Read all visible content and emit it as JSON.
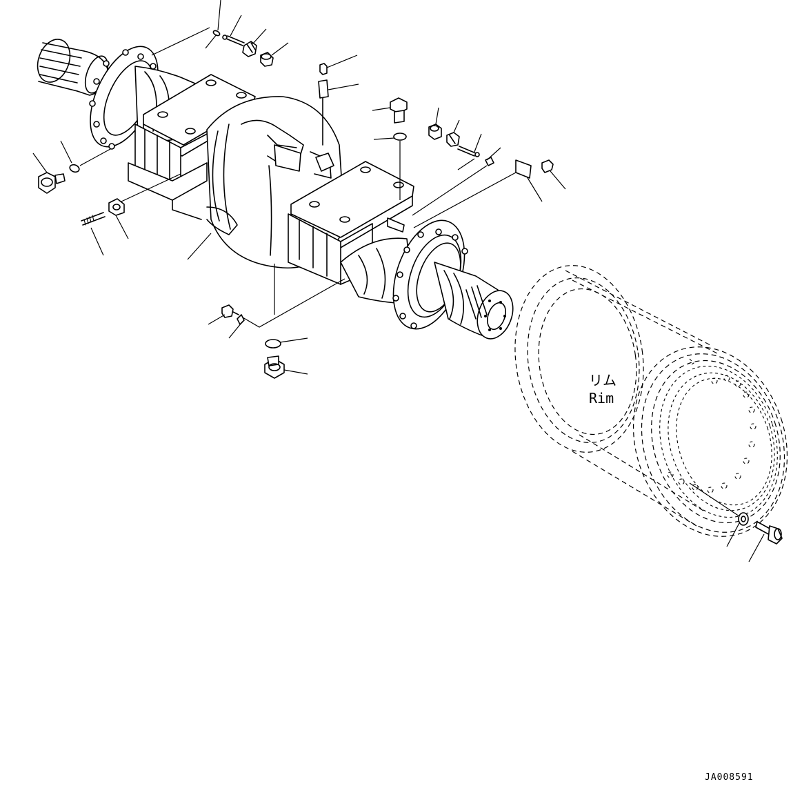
{
  "diagram": {
    "rim_label_jp": "リム",
    "rim_label_en": "Rim",
    "drawing_code": "JA008591"
  },
  "colors": {
    "line": "#000000",
    "background": "#ffffff"
  }
}
